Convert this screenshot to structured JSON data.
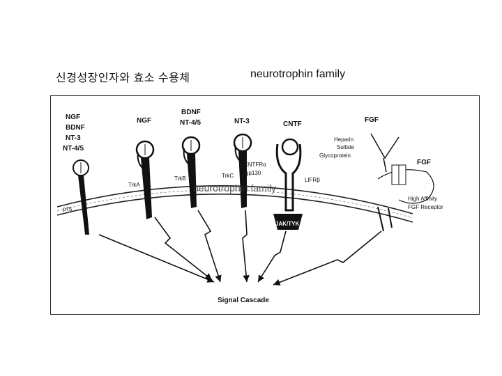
{
  "header": {
    "title_korean": "신경성장인자와 효소 수용체",
    "title_english": "neurotrophin family"
  },
  "figure": {
    "overlay_text": "neurotrophin family",
    "ligands": [
      {
        "name": "ngf-bdnf-label",
        "lines": [
          "NGF",
          "BDNF",
          "NT-3",
          "NT-4/5"
        ]
      },
      {
        "name": "ngf-label",
        "lines": [
          "NGF"
        ]
      },
      {
        "name": "bdnf-label",
        "lines": [
          "BDNF",
          "NT-4/5"
        ]
      },
      {
        "name": "nt3-label",
        "lines": [
          "NT-3"
        ]
      },
      {
        "name": "cntf-label",
        "lines": [
          "CNTF"
        ]
      },
      {
        "name": "fgf-label-1",
        "lines": [
          "FGF"
        ]
      },
      {
        "name": "fgf-label-2",
        "lines": [
          "FGF"
        ]
      }
    ],
    "receptors": {
      "p75": "p75",
      "trka": "TrkA",
      "trkb": "TrkB",
      "trkc": "TrkC",
      "cntfr": "CNTFRα",
      "gp130": "gp130",
      "lifr": "LIFRβ",
      "jak": "JAK/TYK"
    },
    "heparin_lines": [
      "Heparin",
      "Sulfate",
      "Glycoprotein"
    ],
    "fgf_receptor_lines": [
      "High Affinity",
      "FGF Receptor"
    ],
    "signal_cascade": "Signal Cascade"
  }
}
